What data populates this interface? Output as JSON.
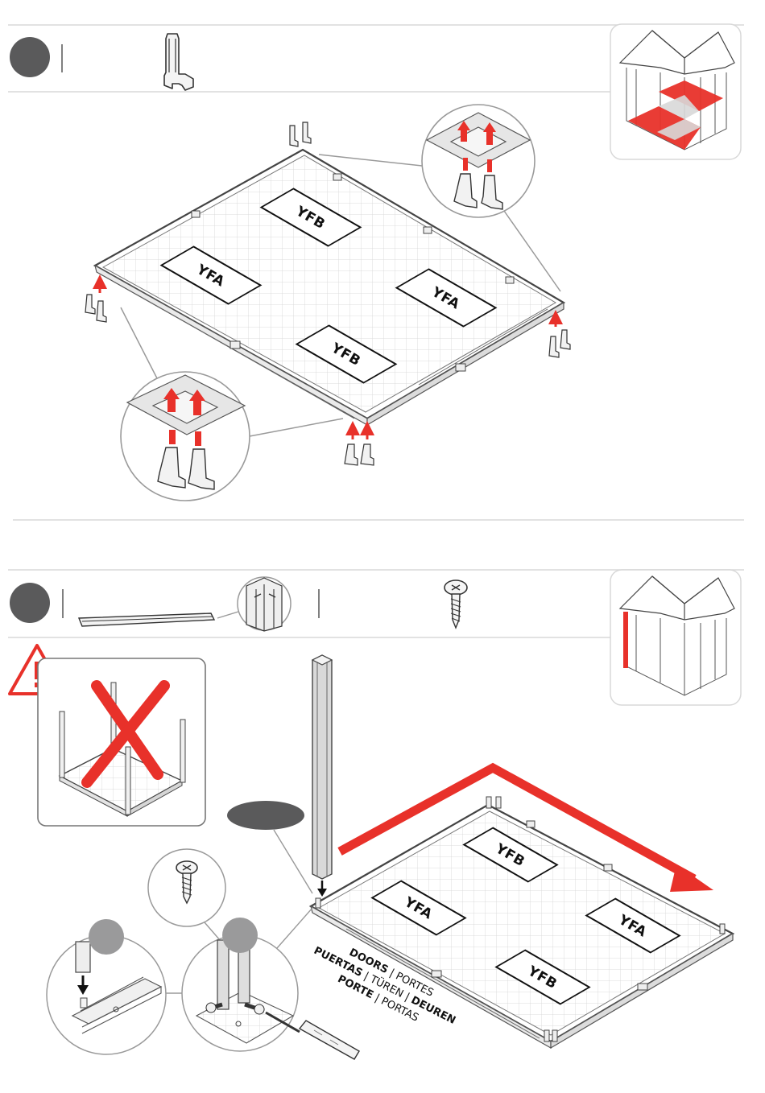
{
  "steps": [
    {
      "panels": [
        {
          "label": "YFB"
        },
        {
          "label": "YFA"
        },
        {
          "label": "YFA"
        },
        {
          "label": "YFB"
        }
      ]
    },
    {
      "panels": [
        {
          "label": "YFB"
        },
        {
          "label": "YFA"
        },
        {
          "label": "YFA"
        },
        {
          "label": "YFB"
        }
      ],
      "direction_note": {
        "line1_bold": "DOORS",
        "line1_sep": " | ",
        "line1_rest": "PORTES",
        "line2_bold": "PUERTAS",
        "line2_sep": " | ",
        "line2_mid": "TÜREN",
        "line2_sep2": " | ",
        "line2_bold2": "DEUREN",
        "line3_bold": "PORTE",
        "line3_sep": " | ",
        "line3_rest": "PORTAS"
      }
    }
  ],
  "colors": {
    "accent": "#e8312a",
    "step_badge": "#5a5a5b",
    "line": "#9a9a9a",
    "divider": "#d8d8d8"
  }
}
